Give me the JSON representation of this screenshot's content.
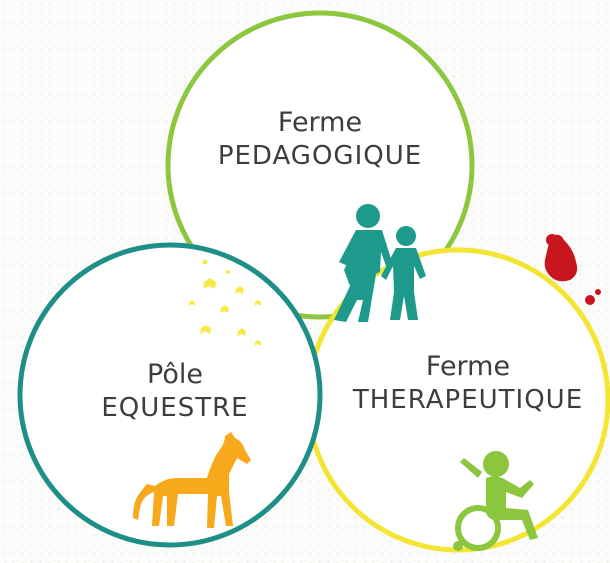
{
  "circles": [
    {
      "id": "pedagogique",
      "title": "Ferme",
      "subtitle": "PEDAGOGIQUE",
      "color": "#8dc63f",
      "icon": "children-walking-icon",
      "icon_color": "#1e9a8c"
    },
    {
      "id": "equestre",
      "title": "Pôle",
      "subtitle": "EQUESTRE",
      "color": "#1e8f86",
      "icon": "horse-icon",
      "icon_color": "#f7a81b"
    },
    {
      "id": "therapeutique",
      "title": "Ferme",
      "subtitle": "THERAPEUTIQUE",
      "color": "#f3e531",
      "icon": "wheelchair-user-icon",
      "icon_color": "#8cc63f"
    }
  ],
  "decorations": {
    "hen_icon_color": "#c8161e",
    "stars_color": "#fbe94b"
  }
}
